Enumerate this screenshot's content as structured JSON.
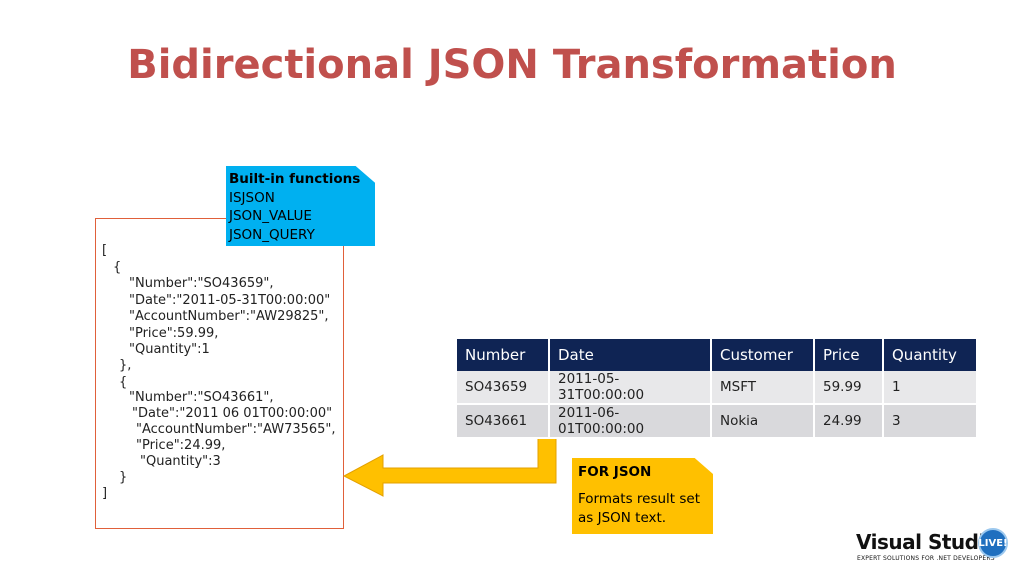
{
  "title": "Bidirectional JSON Transformation",
  "json_lines": [
    "[",
    "{",
    "\"Number\":\"SO43659\",",
    "\"Date\":\"2011-05-31T00:00:00\"",
    "\"AccountNumber\":\"AW29825\",",
    "\"Price\":59.99,",
    "\"Quantity\":1",
    "},",
    "{",
    "\"Number\":\"SO43661\",",
    "\"Date\":\"2011 06 01T00:00:00\"",
    "\"AccountNumber\":\"AW73565\",",
    "\"Price\":24.99,",
    "\"Quantity\":3",
    "}",
    "]"
  ],
  "builtin_callout": {
    "heading": "Built-in functions",
    "items": [
      "ISJSON",
      "JSON_VALUE",
      "JSON_QUERY"
    ]
  },
  "table": {
    "headers": [
      "Number",
      "Date",
      "Customer",
      "Price",
      "Quantity"
    ],
    "rows": [
      [
        "SO43659",
        "2011-05-31T00:00:00",
        "MSFT",
        "59.99",
        "1"
      ],
      [
        "SO43661",
        "2011-06-01T00:00:00",
        "Nokia",
        "24.99",
        "3"
      ]
    ]
  },
  "forjson_callout": {
    "heading": "FOR JSON",
    "body": "Formats result set as JSON text."
  },
  "logo": {
    "name": "Visual Studio",
    "badge": "LIVE!",
    "tagline": "EXPERT SOLUTIONS FOR .NET DEVELOPERS"
  },
  "colors": {
    "title": "#c0504d",
    "table_header": "#0f2454",
    "builtin_callout": "#00b0f0",
    "forjson_callout": "#ffc000",
    "arrow": "#ffc000",
    "doc_border": "#e0603a"
  }
}
